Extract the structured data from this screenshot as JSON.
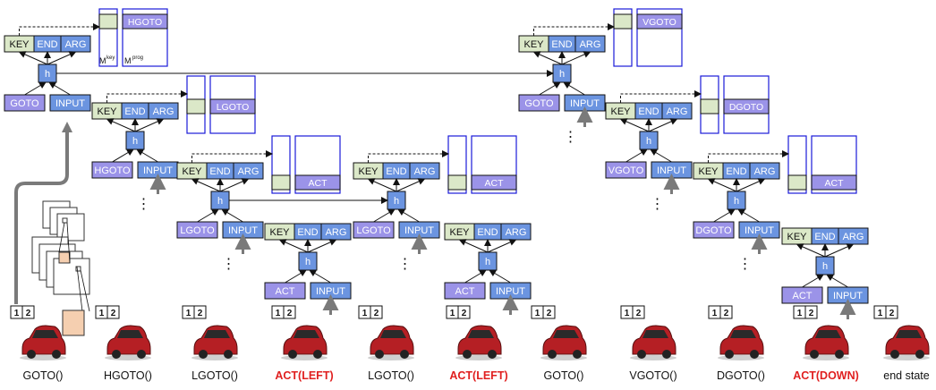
{
  "colors": {
    "key": "#dbe8c8",
    "end": "#6b94e0",
    "arg": "#6b94e0",
    "h": "#6b94e0",
    "input": "#6b94e0",
    "prog": "#9b93e8",
    "mem_border": "#1a1ad8",
    "act_red": "#e02020",
    "car": "#b51f24",
    "arrow_gray": "#7a7a7a"
  },
  "labels": {
    "key": "KEY",
    "end": "END",
    "arg": "ARG",
    "h": "h",
    "input": "INPUT",
    "mkey": "M",
    "mkey_sup": "key",
    "mprog": "M",
    "mprog_sup": "prog",
    "dots": "⋮"
  },
  "cores": [
    {
      "id": "c1",
      "prog": "GOTO",
      "mem": "HGOTO",
      "mem_pos": "top"
    },
    {
      "id": "c2",
      "prog": "HGOTO",
      "mem": "LGOTO",
      "mem_pos": "mid"
    },
    {
      "id": "c3",
      "prog": "LGOTO",
      "mem": "ACT",
      "mem_pos": "bot"
    },
    {
      "id": "c4",
      "prog": "ACT",
      "mem": "",
      "mem_pos": "none"
    },
    {
      "id": "c5",
      "prog": "LGOTO",
      "mem": "ACT",
      "mem_pos": "bot"
    },
    {
      "id": "c6",
      "prog": "ACT",
      "mem": "",
      "mem_pos": "none"
    },
    {
      "id": "c7",
      "prog": "GOTO",
      "mem": "VGOTO",
      "mem_pos": "top"
    },
    {
      "id": "c8",
      "prog": "VGOTO",
      "mem": "DGOTO",
      "mem_pos": "mid"
    },
    {
      "id": "c9",
      "prog": "DGOTO",
      "mem": "ACT",
      "mem_pos": "bot"
    },
    {
      "id": "c10",
      "prog": "ACT",
      "mem": "",
      "mem_pos": "none"
    }
  ],
  "timeline": [
    {
      "label": "GOTO()",
      "red": false
    },
    {
      "label": "HGOTO()",
      "red": false
    },
    {
      "label": "LGOTO()",
      "red": false
    },
    {
      "label": "ACT(LEFT)",
      "red": true
    },
    {
      "label": "LGOTO()",
      "red": false
    },
    {
      "label": "ACT(LEFT)",
      "red": true
    },
    {
      "label": "GOTO()",
      "red": false
    },
    {
      "label": "VGOTO()",
      "red": false
    },
    {
      "label": "DGOTO()",
      "red": false
    },
    {
      "label": "ACT(DOWN)",
      "red": true
    },
    {
      "label": "end state",
      "red": false
    }
  ],
  "cell_labels": [
    "1",
    "2"
  ]
}
